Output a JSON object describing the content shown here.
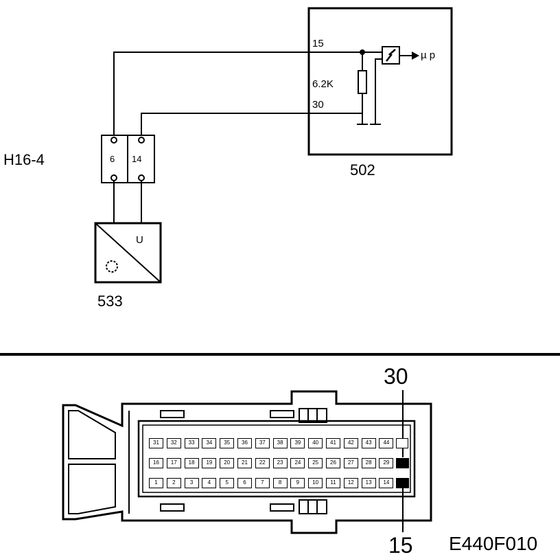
{
  "labels": {
    "harness_connector": "H16-4",
    "pin_a": "6",
    "pin_b": "14",
    "component_502": "502",
    "component_533": "533",
    "sensor_u": "U",
    "terminal_15": "15",
    "terminal_30": "30",
    "resistor_value": "6.2K",
    "output": "µ p",
    "connector_pin_top": "30",
    "connector_pin_bottom": "15",
    "figure_code": "E440F010"
  },
  "connector": {
    "row_top": [
      "31",
      "32",
      "33",
      "34",
      "35",
      "36",
      "37",
      "38",
      "39",
      "40",
      "41",
      "42",
      "43",
      "44",
      ""
    ],
    "row_mid": [
      "16",
      "17",
      "18",
      "19",
      "20",
      "21",
      "22",
      "23",
      "24",
      "25",
      "26",
      "27",
      "28",
      "29",
      ""
    ],
    "row_bot": [
      "1",
      "2",
      "3",
      "4",
      "5",
      "6",
      "7",
      "8",
      "9",
      "10",
      "11",
      "12",
      "13",
      "14",
      ""
    ],
    "highlighted": [
      "30",
      "15"
    ]
  }
}
